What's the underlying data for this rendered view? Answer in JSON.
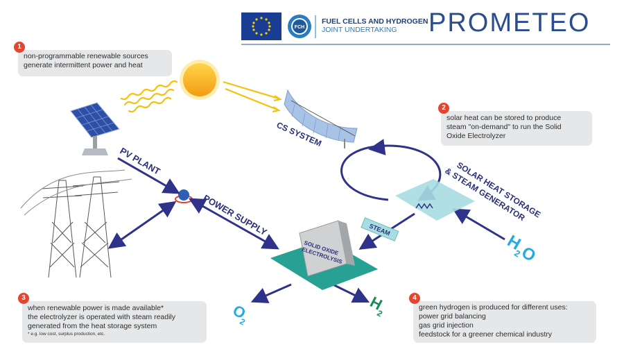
{
  "header": {
    "fch_line1": "FUEL CELLS AND HYDROGEN",
    "fch_line2": "JOINT UNDERTAKING",
    "fch_logo_text": "FCH",
    "project": "PROMETEO"
  },
  "callouts": [
    {
      "number": "1",
      "lines": [
        "non-programmable renewable sources",
        "generate intermittent power and heat"
      ]
    },
    {
      "number": "2",
      "lines": [
        "solar heat can be stored to produce",
        "steam \"on-demand\" to run the Solid",
        "Oxide Electrolyzer"
      ]
    },
    {
      "number": "3",
      "lines": [
        "when renewable power is made available*",
        "the electrolyzer is operated with steam readily",
        "generated from the heat storage system"
      ],
      "footnote": "* e.g. low cost, surplus production, etc."
    },
    {
      "number": "4",
      "lines": [
        "green hydrogen is produced for different uses:",
        "power grid balancing",
        "gas grid injection",
        "feedstock for a greener chemical industry"
      ]
    }
  ],
  "labels": {
    "pv_plant": "PV PLANT",
    "cs_system": "CS SYSTEM",
    "power_supply": "POWER SUPPLY",
    "storage_line1": "SOLAR HEAT STORAGE",
    "storage_line2": "& STEAM GENERATOR",
    "steam": "STEAM",
    "soe_line1": "SOLID OXIDE",
    "soe_line2": "ELECTROLYSIS",
    "h2o_main": "H",
    "h2o_sub": "2",
    "h2o_o": "O",
    "o2_main": "O",
    "o2_sub": "2",
    "h2_main": "H",
    "h2_sub": "2"
  },
  "colors": {
    "arrow": "#2f3289",
    "sun": "#f6b60f",
    "ray": "#f4c20d",
    "storage": "#a7dde0",
    "electrolyzer": "#1e8a5a",
    "gas": "#27a9e1",
    "badge": "#e3452f",
    "title": "#2b4d8f"
  },
  "icons": [
    "eu-flag-icon",
    "fch-logo-icon",
    "sun-icon",
    "solar-panel-icon",
    "parabolic-trough-icon",
    "pylon-icon",
    "grid-node-icon"
  ]
}
